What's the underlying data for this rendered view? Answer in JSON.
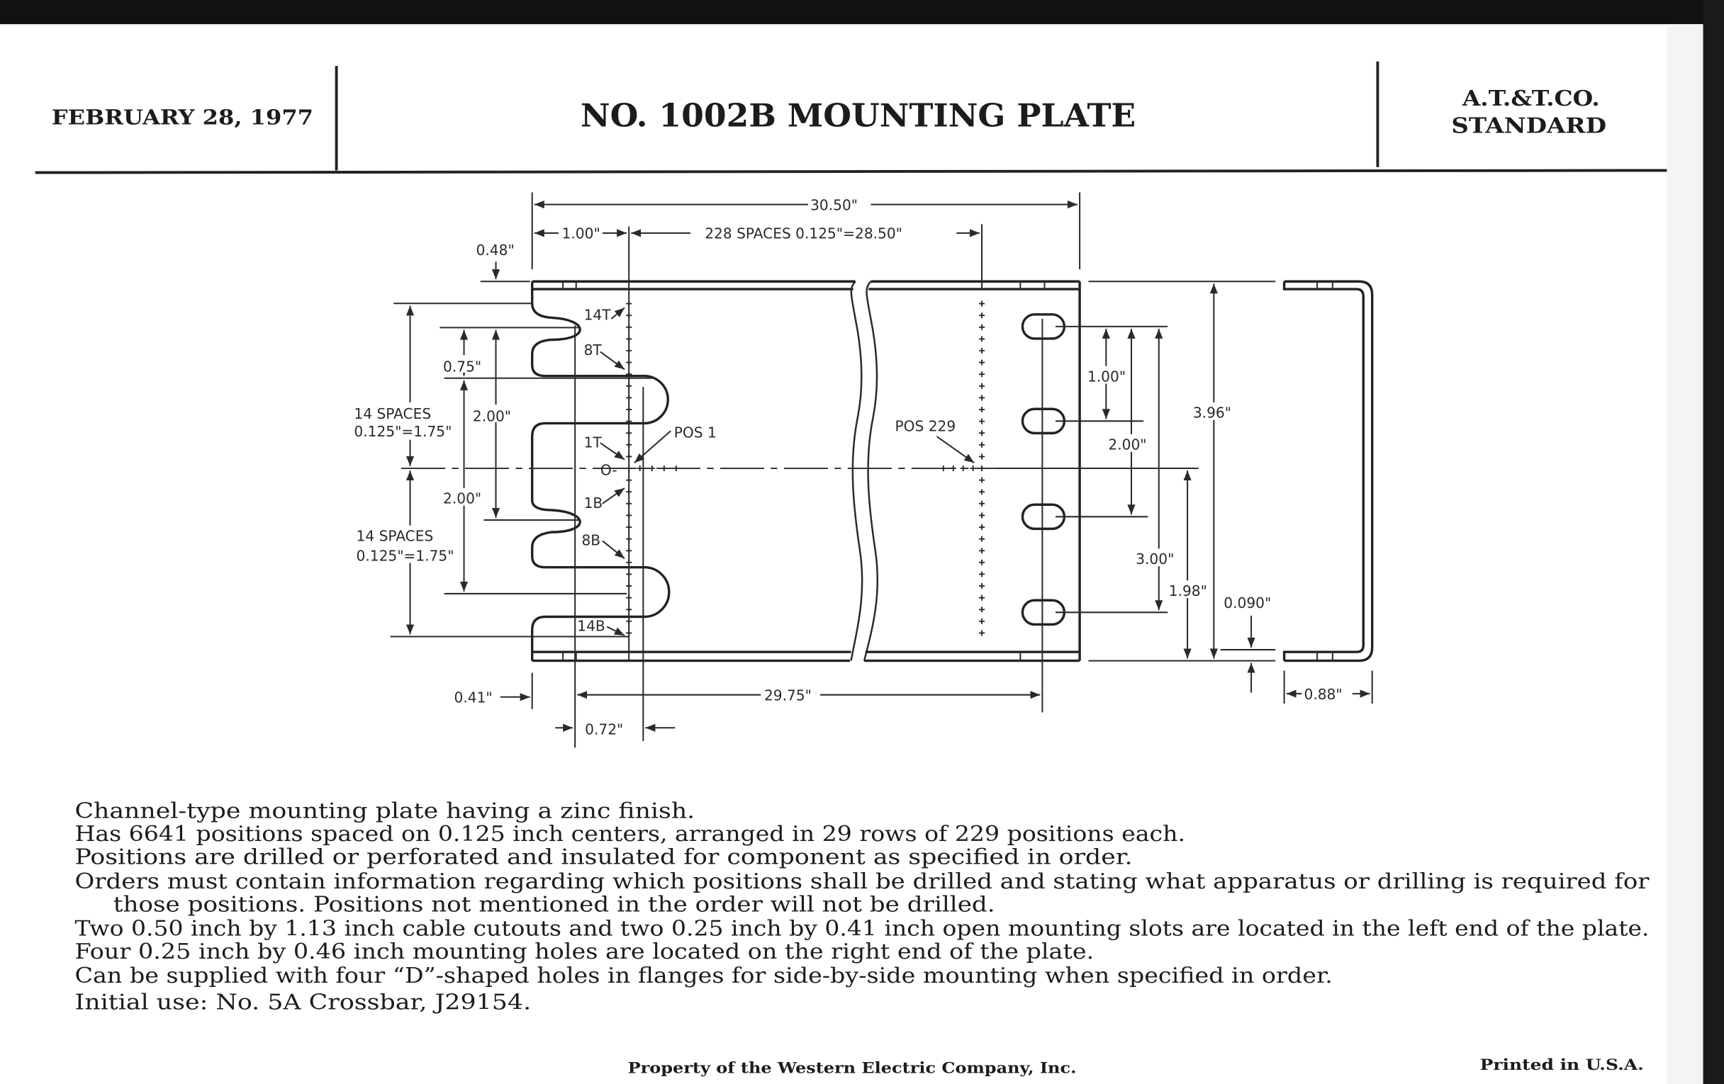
{
  "header": {
    "date": "FEBRUARY 28, 1977",
    "title": "NO. 1002B MOUNTING PLATE",
    "org_line1": "A.T.&T.CO.",
    "org_line2": "STANDARD"
  },
  "drawing": {
    "overall_length": "30.50\"",
    "left_offset": "1.00\"",
    "spacing": "228 SPACES 0.125\"=28.50\"",
    "flange_offset": "0.48\"",
    "dim_075": "0.75\"",
    "dim_200_upper": "2.00\"",
    "dim_200_lower": "2.00\"",
    "spaces_top_1": "14 SPACES",
    "spaces_top_2": "0.125\"=1.75\"",
    "spaces_bot_1": "14 SPACES",
    "spaces_bot_2": "0.125\"=1.75\"",
    "pos_labels": {
      "t14": "14T",
      "t8": "8T",
      "t1": "1T",
      "zero": "O-",
      "b1": "1B",
      "b8": "8B",
      "b14": "14B"
    },
    "pos1": "POS 1",
    "pos229": "POS 229",
    "dim_041": "0.41\"",
    "dim_2975": "29.75\"",
    "dim_072": "0.72\"",
    "dim_100_right": "1.00\"",
    "dim_200_right": "2.00\"",
    "dim_300_right": "3.00\"",
    "dim_198": "1.98\"",
    "dim_396": "3.96\"",
    "dim_0090": "0.090\"",
    "dim_088": "0.88\""
  },
  "description": [
    "Channel-type mounting plate having a zinc finish.",
    "Has 6641 positions spaced on 0.125 inch centers, arranged in 29 rows of 229 positions each.",
    "Positions are drilled or perforated and insulated for component as specified in order.",
    "Orders must contain information regarding which positions shall be drilled and stating what apparatus or drilling is required for",
    "those positions. Positions not mentioned in the order will not be drilled.",
    "Two 0.50 inch by 1.13 inch cable cutouts and two 0.25 inch by 0.41 inch open mounting slots are located in the left end of the plate.",
    "Four 0.25 inch by 0.46 inch mounting holes are located on the right end of the plate.",
    "Can be supplied with four “D”-shaped holes in flanges for side-by-side mounting when specified in order.",
    "Initial use:  No. 5A Crossbar, J29154."
  ],
  "footer": {
    "property": "Property of the Western Electric Company, Inc.",
    "printed": "Printed in U.S.A."
  },
  "positions": {
    "rows": 29,
    "columns": 229
  }
}
